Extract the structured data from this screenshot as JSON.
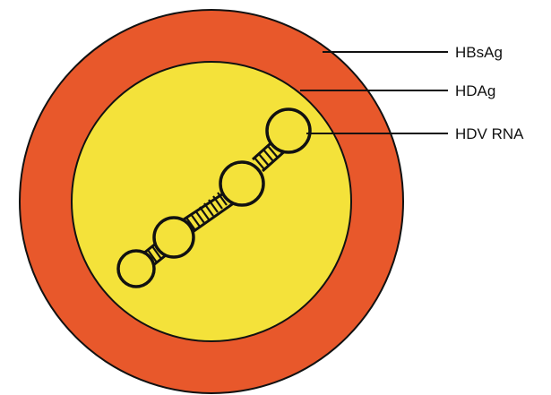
{
  "diagram": {
    "labels": {
      "envelope": "HBsAg",
      "antigen": "HDAg",
      "genome": "HDV RNA"
    },
    "colors": {
      "envelope": "#e8582b",
      "antigen": "#f4e23a",
      "outline": "#111111",
      "background": "#ffffff"
    }
  }
}
